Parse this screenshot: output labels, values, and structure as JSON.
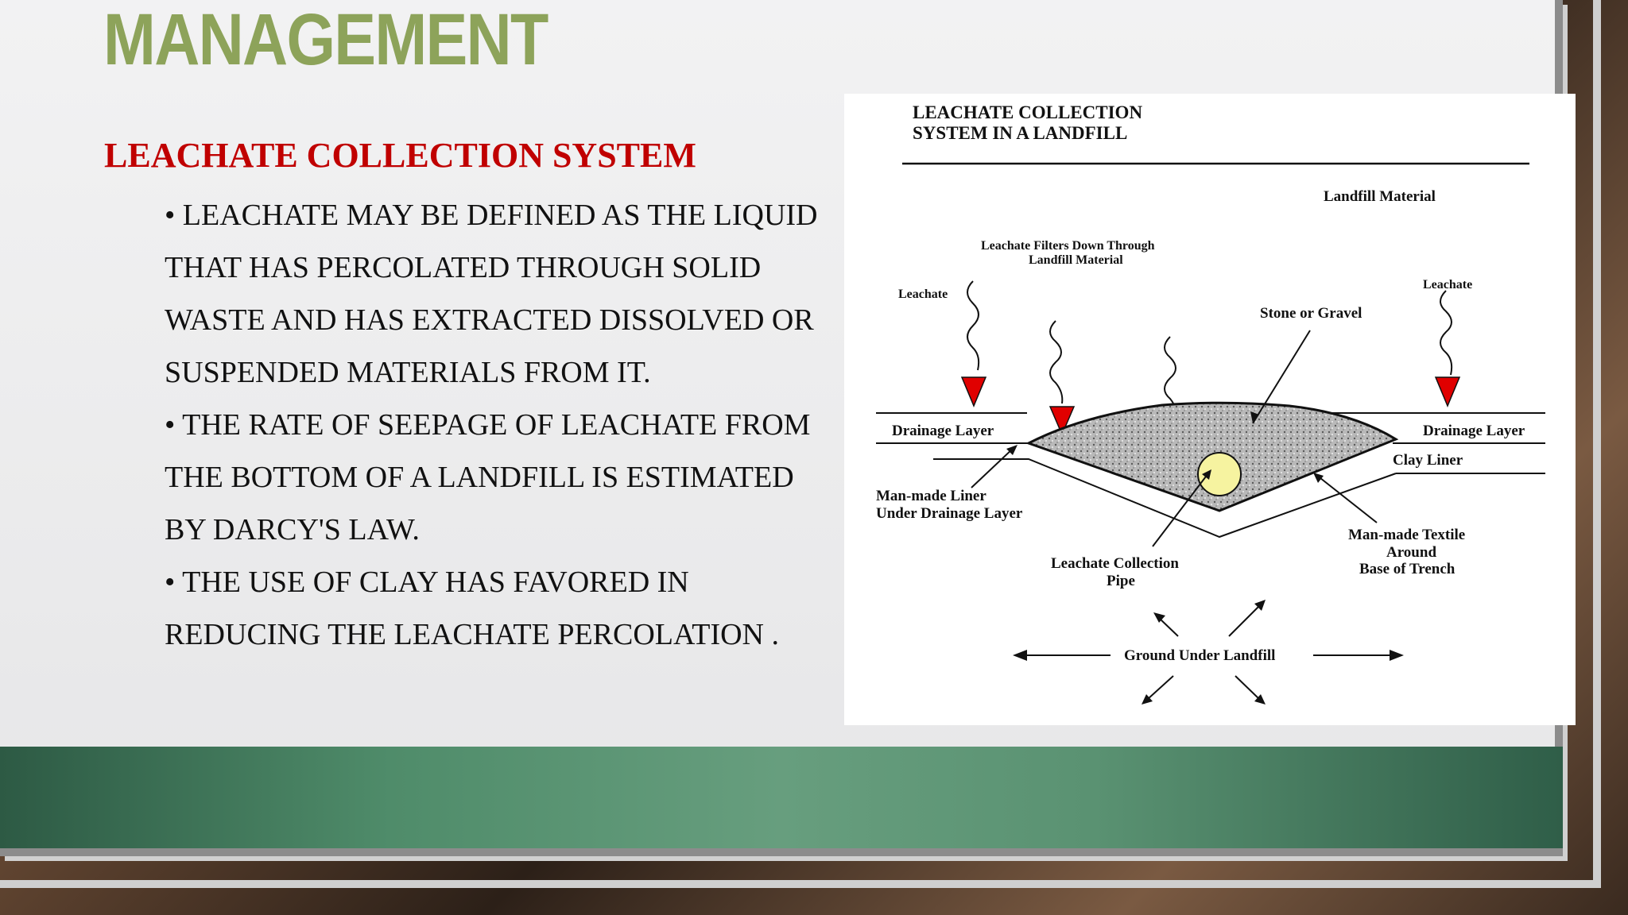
{
  "slide": {
    "title": "MANAGEMENT",
    "subtitle": "LEACHATE COLLECTION SYSTEM",
    "bullets": [
      "• LEACHATE MAY BE DEFINED AS THE LIQUID THAT HAS PERCOLATED THROUGH SOLID WASTE AND HAS EXTRACTED DISSOLVED OR SUSPENDED MATERIALS FROM IT.",
      "• THE RATE OF SEEPAGE OF LEACHATE FROM THE BOTTOM OF A LANDFILL IS ESTIMATED BY DARCY'S LAW.",
      "• THE USE OF CLAY HAS FAVORED IN REDUCING THE LEACHATE PERCOLATION ."
    ]
  },
  "diagram": {
    "title_line1": "LEACHATE COLLECTION",
    "title_line2": "SYSTEM IN A LANDFILL",
    "landfill_material": "Landfill Material",
    "filters_line1": "Leachate Filters Down Through",
    "filters_line2": "Landfill Material",
    "leachate_left": "Leachate",
    "leachate_right": "Leachate",
    "stone_gravel": "Stone or Gravel",
    "drainage_left": "Drainage Layer",
    "drainage_right": "Drainage Layer",
    "clay_liner": "Clay Liner",
    "manmade_liner_line1": "Man-made Liner",
    "manmade_liner_line2": "Under Drainage Layer",
    "collection_pipe_line1": "Leachate Collection",
    "collection_pipe_line2": "Pipe",
    "textile_line1": "Man-made Textile",
    "textile_line2": "Around",
    "textile_line3": "Base of Trench",
    "ground": "Ground Under Landfill"
  },
  "colors": {
    "title": "#8da35a",
    "subtitle": "#c00000",
    "arrow_red": "#e00000",
    "pipe_yellow": "#f6f3a0",
    "band": "#5a9272"
  }
}
